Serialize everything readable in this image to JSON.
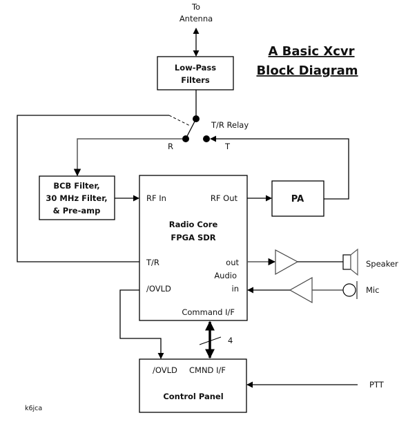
{
  "title": {
    "line1": "A Basic Xcvr",
    "line2": "Block Diagram"
  },
  "antenna": {
    "line1": "To",
    "line2": "Antenna"
  },
  "blocks": {
    "lpf": {
      "line1": "Low-Pass",
      "line2": "Filters"
    },
    "bcb": {
      "line1": "BCB Filter,",
      "line2": "30 MHz Filter,",
      "line3": "& Pre-amp"
    },
    "core": {
      "line1": "Radio Core",
      "line2": "FPGA SDR"
    },
    "pa": {
      "label": "PA"
    },
    "control": {
      "label": "Control Panel"
    }
  },
  "relay": {
    "label": "T/R Relay",
    "r": "R",
    "t": "T"
  },
  "core_ports": {
    "rf_in": "RF In",
    "rf_out": "RF Out",
    "tr": "T/R",
    "ovld": "/OVLD",
    "audio_out": "out",
    "audio": "Audio",
    "audio_in": "in",
    "command": "Command I/F"
  },
  "control_ports": {
    "ovld": "/OVLD",
    "cmnd": "CMND I/F"
  },
  "bus_width": "4",
  "speaker": "Speaker",
  "mic": "Mic",
  "ptt": "PTT",
  "credit": "k6jca"
}
